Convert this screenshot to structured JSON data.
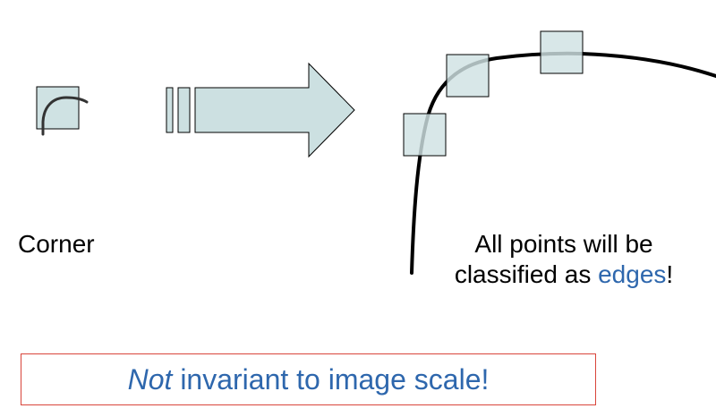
{
  "colors": {
    "window_fill": "#cfe2e3",
    "arrow_fill": "#cce0e1",
    "outline": "#000000",
    "curve": "#000000",
    "small_curve": "#333333",
    "accent_text": "#2e67ad",
    "banner_border": "#d9453b"
  },
  "labels": {
    "corner": "Corner"
  },
  "caption": {
    "line1": "All points will be",
    "line2_prefix": "classified as ",
    "line2_accent": "edges",
    "line2_suffix": "!"
  },
  "banner": {
    "emphasis": "Not",
    "rest": " invariant to image scale!"
  },
  "icons": {
    "arrow": "block-arrow-right-icon"
  }
}
